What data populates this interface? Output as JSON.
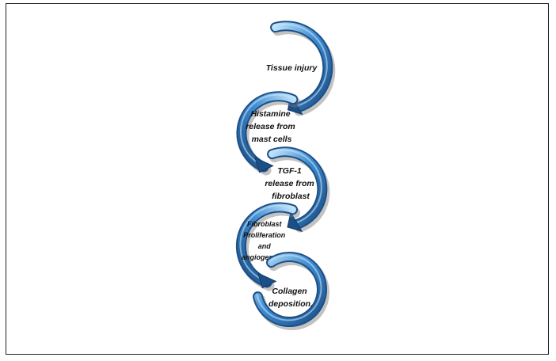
{
  "diagram": {
    "steps": [
      {
        "lines": [
          "Tissue injury"
        ]
      },
      {
        "lines": [
          "Histamine",
          "release from",
          "mast cells"
        ]
      },
      {
        "lines": [
          "TGF-1",
          "release from",
          "fibroblast"
        ]
      },
      {
        "lines": [
          "Fibroblast",
          "Proliferation",
          "and",
          "angiogenesis."
        ]
      },
      {
        "lines": [
          "Collagen",
          "deposition."
        ]
      }
    ],
    "colors": {
      "arrow_dark": "#1c4f86",
      "arrow_mid": "#3d8ad0",
      "arrow_light": "#bfe3fb",
      "arrow_shadow": "#777777",
      "frame_border": "#222222",
      "text": "#111111"
    }
  }
}
